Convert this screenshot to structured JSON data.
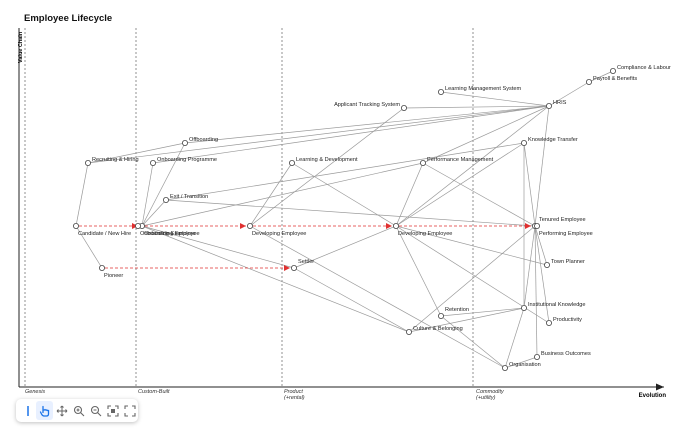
{
  "title": "Employee Lifecycle",
  "y_axis_label": "Value Chain",
  "x_axis_label": "Evolution",
  "stages": [
    {
      "label": "Genesis",
      "sub": ""
    },
    {
      "label": "Custom-Built",
      "sub": ""
    },
    {
      "label": "Product",
      "sub": "(+rental)"
    },
    {
      "label": "Commodity",
      "sub": "(+utility)"
    }
  ],
  "colors": {
    "link": "#9a9a9a",
    "evolve": "#e03030",
    "node_stroke": "#444444",
    "axis": "#222222",
    "tool_active": "#1a73e8"
  },
  "components": [
    {
      "id": "compliance",
      "label": "Compliance & Labour"
    },
    {
      "id": "payroll",
      "label": "Payroll & Benefits"
    },
    {
      "id": "lms",
      "label": "Learning Management System"
    },
    {
      "id": "ats",
      "label": "Applicant Tracking System"
    },
    {
      "id": "hris",
      "label": "HRIS"
    },
    {
      "id": "offboarding",
      "label": "Offboarding"
    },
    {
      "id": "knowledge_transfer",
      "label": "Knowledge Transfer"
    },
    {
      "id": "recruiting",
      "label": "Recruiting & Hiring"
    },
    {
      "id": "onboarding",
      "label": "Onboarding Programme"
    },
    {
      "id": "learning_dev",
      "label": "Learning & Development"
    },
    {
      "id": "perf_mgmt",
      "label": "Performance Management"
    },
    {
      "id": "exit",
      "label": "Exit / Transition"
    },
    {
      "id": "candidate",
      "label": "Candidate / New Hire"
    },
    {
      "id": "onboarding_emp_1",
      "label": "Onboarding Employee"
    },
    {
      "id": "onboarding_emp_2",
      "label": "Onboarding Employee"
    },
    {
      "id": "developing_emp_1",
      "label": "Developing Employee"
    },
    {
      "id": "developing_emp_2",
      "label": "Developing Employee"
    },
    {
      "id": "tenured",
      "label": "Tenured Employee"
    },
    {
      "id": "performing",
      "label": "Performing Employee"
    },
    {
      "id": "pioneer",
      "label": "Pioneer"
    },
    {
      "id": "settler",
      "label": "Settler"
    },
    {
      "id": "town_planner",
      "label": "Town Planner"
    },
    {
      "id": "retention",
      "label": "Retention"
    },
    {
      "id": "institutional",
      "label": "Institutional Knowledge"
    },
    {
      "id": "productivity",
      "label": "Productivity"
    },
    {
      "id": "culture",
      "label": "Culture & Belonging"
    },
    {
      "id": "business_outcomes",
      "label": "Business Outcomes"
    },
    {
      "id": "organisation",
      "label": "Organisation"
    }
  ],
  "links": [
    [
      "candidate",
      "recruiting"
    ],
    [
      "recruiting",
      "offboarding"
    ],
    [
      "recruiting",
      "hris"
    ],
    [
      "onboarding_emp_1",
      "onboarding"
    ],
    [
      "onboarding_emp_1",
      "exit"
    ],
    [
      "onboarding_emp_1",
      "offboarding"
    ],
    [
      "onboarding_emp_1",
      "perf_mgmt"
    ],
    [
      "onboarding_emp_1",
      "culture"
    ],
    [
      "onboarding",
      "hris"
    ],
    [
      "offboarding",
      "hris"
    ],
    [
      "exit",
      "knowledge_transfer"
    ],
    [
      "exit",
      "tenured"
    ],
    [
      "developing_emp_1",
      "learning_dev"
    ],
    [
      "developing_emp_1",
      "ats"
    ],
    [
      "developing_emp_1",
      "organisation"
    ],
    [
      "learning_dev",
      "developing_emp_2"
    ],
    [
      "lms",
      "hris"
    ],
    [
      "ats",
      "hris"
    ],
    [
      "hris",
      "payroll"
    ],
    [
      "payroll",
      "compliance"
    ],
    [
      "hris",
      "perf_mgmt"
    ],
    [
      "developing_emp_2",
      "perf_mgmt"
    ],
    [
      "developing_emp_2",
      "hris"
    ],
    [
      "developing_emp_2",
      "retention"
    ],
    [
      "developing_emp_2",
      "productivity"
    ],
    [
      "perf_mgmt",
      "tenured"
    ],
    [
      "knowledge_transfer",
      "developing_emp_2"
    ],
    [
      "knowledge_transfer",
      "institutional"
    ],
    [
      "tenured",
      "knowledge_transfer"
    ],
    [
      "tenured",
      "hris"
    ],
    [
      "tenured",
      "productivity"
    ],
    [
      "tenured",
      "institutional"
    ],
    [
      "tenured",
      "culture"
    ],
    [
      "tenured",
      "business_outcomes"
    ],
    [
      "tenured",
      "town_planner"
    ],
    [
      "town_planner",
      "developing_emp_2"
    ],
    [
      "settler",
      "developing_emp_2"
    ],
    [
      "settler",
      "onboarding_emp_1"
    ],
    [
      "pioneer",
      "candidate"
    ],
    [
      "retention",
      "organisation"
    ],
    [
      "institutional",
      "retention"
    ],
    [
      "institutional",
      "organisation"
    ],
    [
      "culture",
      "institutional"
    ],
    [
      "business_outcomes",
      "organisation"
    ],
    [
      "settler",
      "culture"
    ]
  ],
  "evolutions": [
    [
      "candidate",
      "onboarding_emp_1"
    ],
    [
      "onboarding_emp_1",
      "developing_emp_1"
    ],
    [
      "developing_emp_1",
      "developing_emp_2"
    ],
    [
      "developing_emp_2",
      "tenured"
    ],
    [
      "pioneer",
      "settler"
    ]
  ],
  "toolbar": [
    {
      "name": "select-icon",
      "active": false
    },
    {
      "name": "hand-pointer-icon",
      "active": true
    },
    {
      "name": "move-icon",
      "active": false
    },
    {
      "name": "zoom-in-icon",
      "active": false
    },
    {
      "name": "zoom-out-icon",
      "active": false
    },
    {
      "name": "fit-to-screen-icon",
      "active": false
    },
    {
      "name": "fullscreen-icon",
      "active": false
    }
  ]
}
